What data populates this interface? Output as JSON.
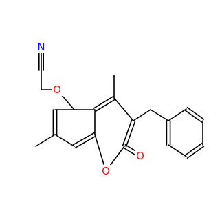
{
  "structure": {
    "colors": {
      "bond": "#000000",
      "carbon": "#000000",
      "nitrogen": "#1010ff",
      "oxygen": "#ff0d0d",
      "background": "#ffffff"
    },
    "atoms": {
      "N": {
        "label": "N",
        "element": "nitrogen"
      },
      "O1": {
        "label": "O",
        "element": "oxygen"
      },
      "O2": {
        "label": "O",
        "element": "oxygen"
      },
      "O3": {
        "label": "O",
        "element": "oxygen"
      }
    }
  }
}
